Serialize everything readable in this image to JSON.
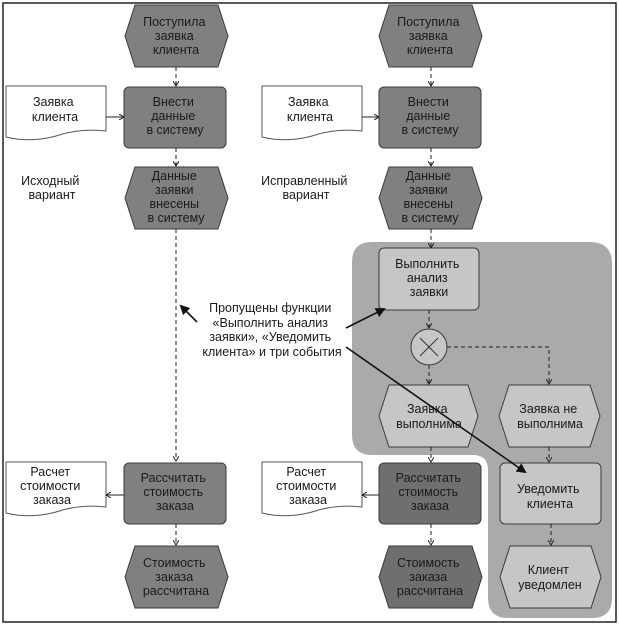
{
  "diagram": {
    "type": "EPC process diagram",
    "colors": {
      "event_dark": "#808080",
      "function_dark": "#808080",
      "added_fill": "#c6c6c6",
      "highlight_region": "#aaaaaa",
      "document": "#ffffff"
    },
    "left": {
      "caption": [
        "Исходный",
        "вариант"
      ],
      "event_start": [
        "Поступила",
        "заявка",
        "клиента"
      ],
      "doc_request": [
        "Заявка",
        "клиента"
      ],
      "func_enter": [
        "Внести",
        "данные",
        "в систему"
      ],
      "event_entered": [
        "Данные",
        "заявки",
        "внесены",
        "в систему"
      ],
      "doc_calc": [
        "Расчет",
        "стоимости",
        "заказа"
      ],
      "func_calc": [
        "Рассчитать",
        "стоимость",
        "заказа"
      ],
      "event_calc": [
        "Стоимость",
        "заказа",
        "рассчитана"
      ]
    },
    "right": {
      "caption": [
        "Исправленный",
        "вариант"
      ],
      "event_start": [
        "Поступила",
        "заявка",
        "клиента"
      ],
      "doc_request": [
        "Заявка",
        "клиента"
      ],
      "func_enter": [
        "Внести",
        "данные",
        "в систему"
      ],
      "event_entered": [
        "Данные",
        "заявки",
        "внесены",
        "в систему"
      ],
      "func_analyze": [
        "Выполнить",
        "анализ",
        "заявки"
      ],
      "xor_gate": "XOR",
      "event_feasible": [
        "Заявка",
        "выполнима"
      ],
      "event_not_feasible": [
        "Заявка не",
        "выполнима"
      ],
      "doc_calc": [
        "Расчет",
        "стоимости",
        "заказа"
      ],
      "func_calc": [
        "Рассчитать",
        "стоимость",
        "заказа"
      ],
      "event_calc": [
        "Стоимость",
        "заказа",
        "рассчитана"
      ],
      "func_notify": [
        "Уведомить",
        "клиента"
      ],
      "event_notified": [
        "Клиент",
        "уведомлен"
      ]
    },
    "annotation": [
      "Пропущены функции",
      "«Выполнить анализ",
      "заявки», «Уведомить",
      "клиента» и три события"
    ]
  }
}
